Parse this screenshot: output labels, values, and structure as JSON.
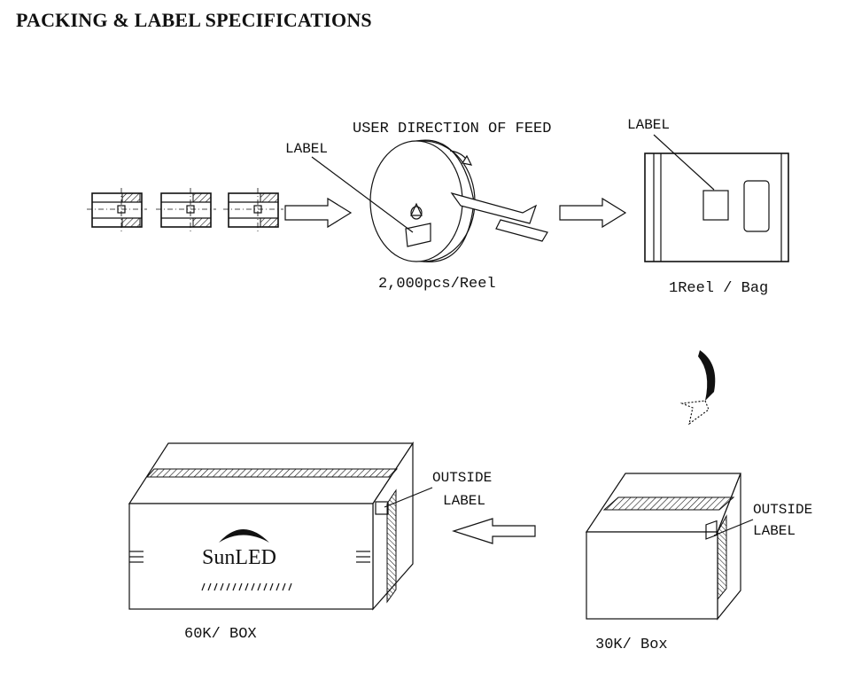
{
  "title": "PACKING & LABEL SPECIFICATIONS",
  "labels": {
    "feed_direction": "USER DIRECTION OF FEED",
    "reel_label": "LABEL",
    "bag_label": "LABEL",
    "reel_qty": "2,000pcs/Reel",
    "bag_qty": "1Reel / Bag",
    "small_box_outside_line1": "OUTSIDE",
    "small_box_outside_line2": "LABEL",
    "big_box_outside_line1": "OUTSIDE",
    "big_box_outside_line2": "LABEL",
    "small_box_qty": "30K/ Box",
    "big_box_qty": "60K/ BOX"
  },
  "brand": "SunLED",
  "icons": [
    "arrow-right-icon",
    "curved-arrow-down-icon",
    "arrow-left-icon"
  ]
}
